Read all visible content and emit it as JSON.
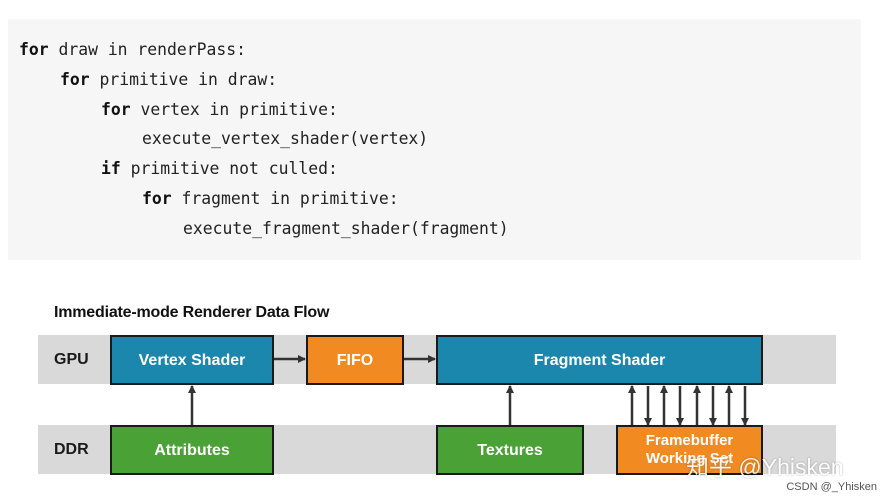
{
  "code": {
    "lines": [
      {
        "keyword": "for",
        "rest": " draw in renderPass:"
      },
      {
        "keyword": "for",
        "rest": " primitive in draw:"
      },
      {
        "keyword": "for",
        "rest": " vertex in primitive:"
      },
      {
        "keyword": "",
        "rest": "execute_vertex_shader(vertex)"
      },
      {
        "keyword": "if",
        "rest": " primitive not culled:"
      },
      {
        "keyword": "for",
        "rest": " fragment in primitive:"
      },
      {
        "keyword": "",
        "rest": "execute_fragment_shader(fragment)"
      }
    ]
  },
  "diagram": {
    "title": "Immediate-mode Renderer Data Flow",
    "lanes": {
      "gpu": "GPU",
      "ddr": "DDR"
    },
    "boxes": {
      "vertex_shader": "Vertex Shader",
      "fifo": "FIFO",
      "fragment_shader": "Fragment Shader",
      "attributes": "Attributes",
      "textures": "Textures",
      "framebuffer": "Framebuffer\nWorking Set"
    },
    "colors": {
      "shader_blue": "#1b87ad",
      "fifo_orange": "#f18a21",
      "memory_green": "#4aa135",
      "lane_gray": "#d9d9d9",
      "code_bg": "#f6f6f6"
    }
  },
  "watermark": {
    "text": "知乎 @Yhisken",
    "credit": "CSDN @_Yhisken"
  }
}
